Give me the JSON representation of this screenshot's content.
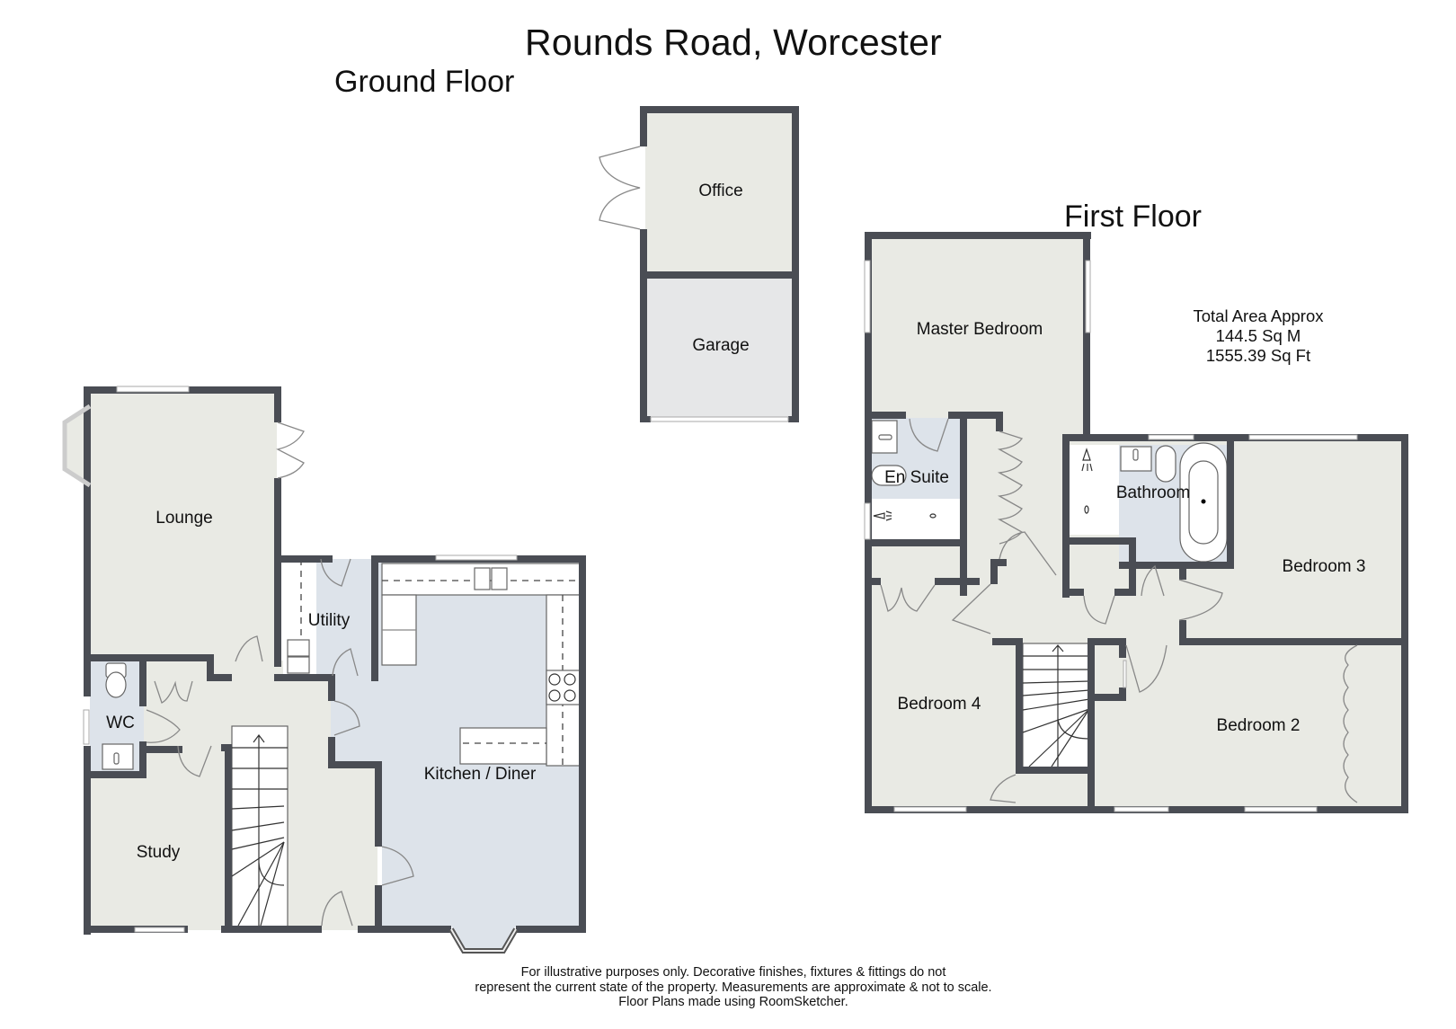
{
  "header": {
    "title": "Rounds Road, Worcester"
  },
  "floors": {
    "ground": {
      "label": "Ground Floor",
      "rooms": {
        "lounge": "Lounge",
        "utility": "Utility",
        "wc": "WC",
        "study": "Study",
        "kitchen": "Kitchen / Diner"
      }
    },
    "outbuilding": {
      "rooms": {
        "office": "Office",
        "garage": "Garage"
      }
    },
    "first": {
      "label": "First Floor",
      "rooms": {
        "master": "Master Bedroom",
        "ensuite": "En Suite",
        "bathroom": "Bathroom",
        "bedroom3": "Bedroom 3",
        "bedroom4": "Bedroom 4",
        "bedroom2": "Bedroom 2"
      }
    }
  },
  "area": {
    "line1": "Total Area Approx",
    "line2": "144.5 Sq M",
    "line3": "1555.39 Sq Ft"
  },
  "footer": {
    "line1": "For illustrative purposes only. Decorative finishes, fixtures & fittings do not",
    "line2": "represent the current state of the property. Measurements are approximate & not to scale.",
    "line3": "Floor Plans made using RoomSketcher."
  },
  "colors": {
    "wall": "#4a4d54",
    "floor_living": "#e9eae4",
    "floor_wet": "#dde3ea",
    "floor_garage": "#e6e7e8",
    "fixture": "#ffffff",
    "line": "#888888"
  },
  "icons": [
    "door-swing-icon",
    "window-icon",
    "stairs-icon",
    "toilet-icon",
    "sink-icon",
    "bath-icon",
    "shower-icon",
    "hob-icon"
  ]
}
